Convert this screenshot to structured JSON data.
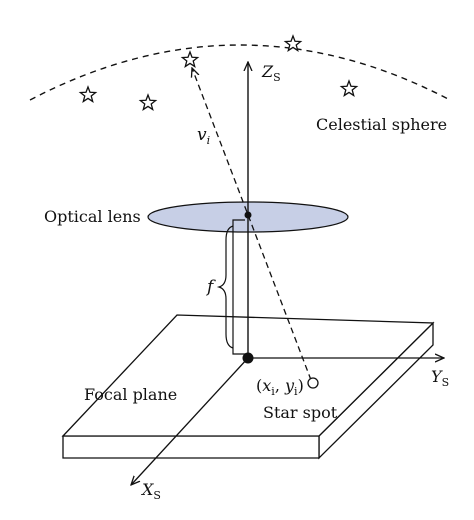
{
  "labels": {
    "celestial_sphere": "Celestial sphere",
    "optical_lens": "Optical lens",
    "focal_plane": "Focal plane",
    "star_spot": "Star spot",
    "focal_length": "f",
    "star_vector": "v",
    "star_vector_sub": "i",
    "axis_z": "Z",
    "axis_y": "Y",
    "axis_x": "X",
    "axis_sub": "S",
    "coord_open": "(",
    "coord_x": "x",
    "coord_sep": ", ",
    "coord_y": "y",
    "coord_sub": "i",
    "coord_close": ")"
  },
  "colors": {
    "lens_fill": "#c7cfe6",
    "ink": "#111111"
  },
  "icons": {
    "star": "star-outline-icon",
    "star_spot_marker": "small-circle-icon"
  }
}
